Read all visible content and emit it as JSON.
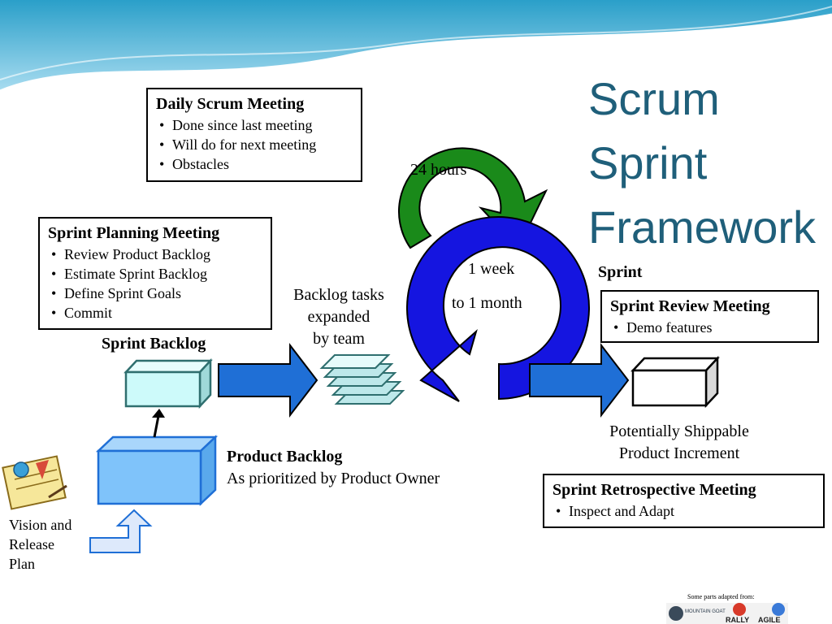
{
  "title": [
    "Scrum",
    "Sprint",
    "Framework"
  ],
  "daily_scrum": {
    "heading": "Daily Scrum Meeting",
    "items": [
      "Done since last meeting",
      "Will do for next meeting",
      "Obstacles"
    ]
  },
  "sprint_planning": {
    "heading": "Sprint Planning Meeting",
    "items": [
      "Review Product Backlog",
      "Estimate Sprint Backlog",
      "Define Sprint Goals",
      "Commit"
    ]
  },
  "sprint_review": {
    "heading": "Sprint Review Meeting",
    "items": [
      "Demo features"
    ]
  },
  "sprint_retro": {
    "heading": "Sprint Retrospective Meeting",
    "items": [
      "Inspect and Adapt"
    ]
  },
  "labels": {
    "hours": "24 hours",
    "week": "1 week",
    "month": "to 1 month",
    "sprint": "Sprint",
    "sprint_backlog": "Sprint Backlog",
    "backlog_tasks": [
      "Backlog tasks",
      "expanded",
      "by team"
    ],
    "shippable": [
      "Potentially Shippable",
      "Product Increment"
    ],
    "product_backlog": "Product Backlog",
    "prioritized": "As prioritized by Product Owner",
    "vision": [
      "Vision and",
      "Release",
      "Plan"
    ],
    "adapted": "Some parts adapted from:"
  },
  "logos": [
    "MOUNTAIN GOAT",
    "RALLY",
    "AGILE"
  ],
  "colors": {
    "title": "#1f5f7a",
    "green_loop": "#1a8a1a",
    "blue_loop": "#1515e0",
    "arrow_blue": "#1f6fd6",
    "sprint_backlog_box": "#cdfafa",
    "product_backlog_box": "#7fc3fa",
    "input_arrow": "#dde9fb"
  }
}
